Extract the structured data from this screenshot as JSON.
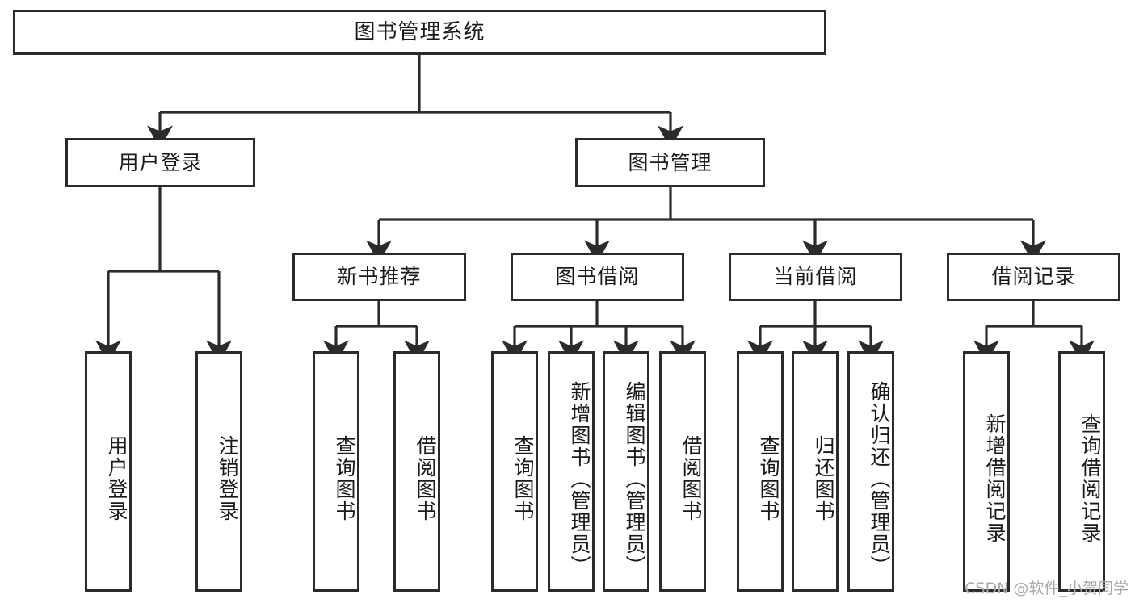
{
  "diagram": {
    "type": "tree-hierarchy",
    "title": "图书管理系统",
    "orientation": "top-down",
    "edge_style": "orthogonal-arrow",
    "colors": {
      "border": "#2b2b2b",
      "background": "#ffffff",
      "text": "#1a1a1a",
      "watermark": "#a9a9a9"
    },
    "levels": {
      "level1": [
        "图书管理系统"
      ],
      "level2": [
        "用户登录",
        "图书管理"
      ],
      "level3": [
        "新书推荐",
        "图书借阅",
        "当前借阅",
        "借阅记录"
      ],
      "level4": [
        "用户登录",
        "注销登录",
        "查询图书",
        "借阅图书",
        "查询图书",
        "新增图书（管理员）",
        "编辑图书（管理员）",
        "借阅图书",
        "查询图书",
        "归还图书",
        "确认归还（管理员）",
        "新增借阅记录",
        "查询借阅记录"
      ]
    },
    "nodes": {
      "root": {
        "label": "图书管理系统"
      },
      "user_login": {
        "label": "用户登录"
      },
      "book_mgmt": {
        "label": "图书管理"
      },
      "new_book_rec": {
        "label": "新书推荐"
      },
      "book_borrow": {
        "label": "图书借阅"
      },
      "current_borrow": {
        "label": "当前借阅"
      },
      "borrow_record": {
        "label": "借阅记录"
      },
      "leaf_user_login": {
        "label": "用户登录"
      },
      "leaf_logout": {
        "label": "注销登录"
      },
      "leaf_query_book_1": {
        "label": "查询图书"
      },
      "leaf_borrow_book_1": {
        "label": "借阅图书"
      },
      "leaf_query_book_2": {
        "label": "查询图书"
      },
      "leaf_add_book_admin": {
        "label": "新增图书（管理员）"
      },
      "leaf_edit_book_admin": {
        "label": "编辑图书（管理员）"
      },
      "leaf_borrow_book_2": {
        "label": "借阅图书"
      },
      "leaf_query_book_3": {
        "label": "查询图书"
      },
      "leaf_return_book": {
        "label": "归还图书"
      },
      "leaf_confirm_return_admin": {
        "label": "确认归还（管理员）"
      },
      "leaf_add_borrow_record": {
        "label": "新增借阅记录"
      },
      "leaf_query_borrow_record": {
        "label": "查询借阅记录"
      }
    },
    "edges": [
      {
        "from": "root",
        "to": "user_login"
      },
      {
        "from": "root",
        "to": "book_mgmt"
      },
      {
        "from": "user_login",
        "to": "leaf_user_login"
      },
      {
        "from": "user_login",
        "to": "leaf_logout"
      },
      {
        "from": "book_mgmt",
        "to": "new_book_rec"
      },
      {
        "from": "book_mgmt",
        "to": "book_borrow"
      },
      {
        "from": "book_mgmt",
        "to": "current_borrow"
      },
      {
        "from": "book_mgmt",
        "to": "borrow_record"
      },
      {
        "from": "new_book_rec",
        "to": "leaf_query_book_1"
      },
      {
        "from": "new_book_rec",
        "to": "leaf_borrow_book_1"
      },
      {
        "from": "book_borrow",
        "to": "leaf_query_book_2"
      },
      {
        "from": "book_borrow",
        "to": "leaf_add_book_admin"
      },
      {
        "from": "book_borrow",
        "to": "leaf_edit_book_admin"
      },
      {
        "from": "book_borrow",
        "to": "leaf_borrow_book_2"
      },
      {
        "from": "current_borrow",
        "to": "leaf_query_book_3"
      },
      {
        "from": "current_borrow",
        "to": "leaf_return_book"
      },
      {
        "from": "current_borrow",
        "to": "leaf_confirm_return_admin"
      },
      {
        "from": "borrow_record",
        "to": "leaf_add_borrow_record"
      },
      {
        "from": "borrow_record",
        "to": "leaf_query_borrow_record"
      }
    ]
  },
  "watermark": {
    "text": "CSDN @软件_小贺同学"
  }
}
